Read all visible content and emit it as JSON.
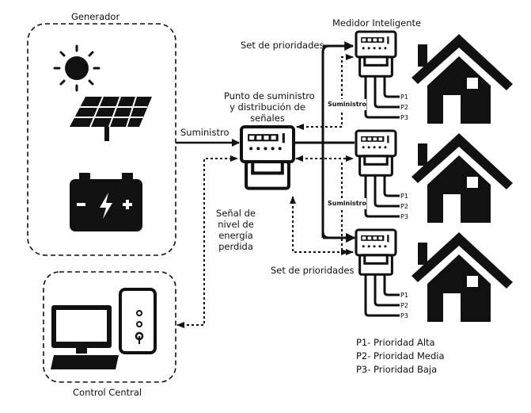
{
  "generator": {
    "title": "Generador",
    "icons": [
      "sun-icon",
      "solar-panel-icon",
      "battery-icon"
    ],
    "battery_minus": "-",
    "battery_plus": "+"
  },
  "control": {
    "title": "Control Central",
    "icons": [
      "computer-icon",
      "server-tower-icon"
    ]
  },
  "links": {
    "supply": "Suministro",
    "supply_small_top": "Suministro",
    "supply_small_mid": "Suministro",
    "priority_top": "Set de prioridades",
    "priority_bottom": "Set de prioridades",
    "loss_signal": [
      "Señal de",
      "nivel de",
      "energía",
      "perdida"
    ]
  },
  "hub": {
    "title": [
      "Punto de suministro",
      "y distribución de",
      "señales"
    ]
  },
  "meters": {
    "title": "Medidor Inteligente",
    "outputs": [
      "P1",
      "P2",
      "P3"
    ]
  },
  "legend": [
    "P1- Prioridad Alta",
    "P2- Prioridad Media",
    "P3- Prioridad Baja"
  ],
  "colors": {
    "line": "#111111",
    "background": "#ffffff"
  }
}
